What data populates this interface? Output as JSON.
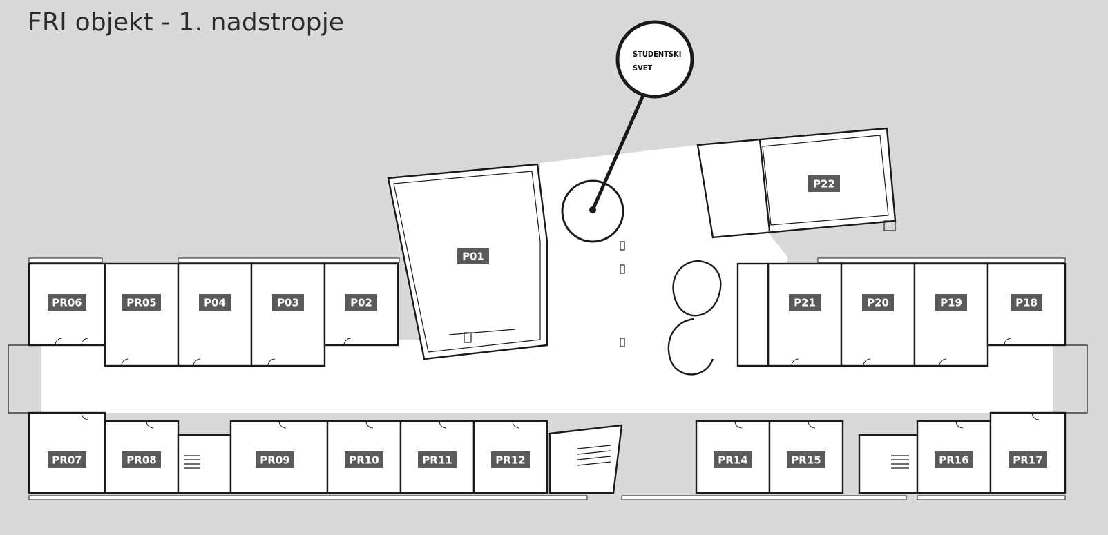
{
  "title": "FRI objekt - 1. nadstropje",
  "callout": {
    "line1": "ŠTUDENTSKI",
    "line2": "SVET"
  },
  "rooms": [
    {
      "id": "PR06",
      "label": "PR06"
    },
    {
      "id": "PR05",
      "label": "PR05"
    },
    {
      "id": "P04",
      "label": "P04"
    },
    {
      "id": "P03",
      "label": "P03"
    },
    {
      "id": "P02",
      "label": "P02"
    },
    {
      "id": "P01",
      "label": "P01"
    },
    {
      "id": "P22",
      "label": "P22"
    },
    {
      "id": "P21",
      "label": "P21"
    },
    {
      "id": "P20",
      "label": "P20"
    },
    {
      "id": "P19",
      "label": "P19"
    },
    {
      "id": "P18",
      "label": "P18"
    },
    {
      "id": "PR07",
      "label": "PR07"
    },
    {
      "id": "PR08",
      "label": "PR08"
    },
    {
      "id": "PR09",
      "label": "PR09"
    },
    {
      "id": "PR10",
      "label": "PR10"
    },
    {
      "id": "PR11",
      "label": "PR11"
    },
    {
      "id": "PR12",
      "label": "PR12"
    },
    {
      "id": "PR14",
      "label": "PR14"
    },
    {
      "id": "PR15",
      "label": "PR15"
    },
    {
      "id": "PR16",
      "label": "PR16"
    },
    {
      "id": "PR17",
      "label": "PR17"
    }
  ],
  "colors": {
    "background": "#d9d9da",
    "label_fill": "#5a5a5a",
    "wall": "#1a1a1a"
  }
}
